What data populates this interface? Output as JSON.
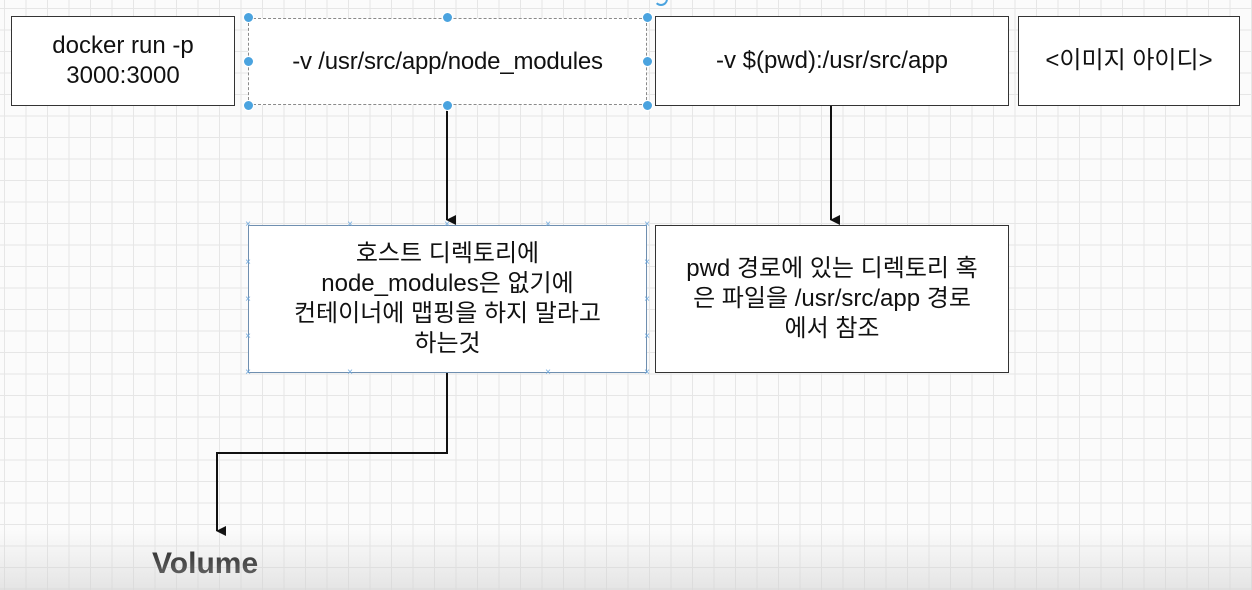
{
  "diagram": {
    "nodes": [
      {
        "id": "cmd",
        "text": "docker run -p\n3000:3000"
      },
      {
        "id": "node_modules_volume",
        "text": "-v /usr/src/app/node_modules"
      },
      {
        "id": "pwd_volume",
        "text": "-v $(pwd):/usr/src/app"
      },
      {
        "id": "image_id",
        "text": "<이미지 아이디>"
      },
      {
        "id": "node_modules_desc",
        "text": "호스트 디렉토리에\nnode_modules은 없기에\n컨테이너에 맵핑을 하지 말라고\n하는것"
      },
      {
        "id": "pwd_desc",
        "text": "pwd 경로에 있는 디렉토리 혹\n은 파일을 /usr/src/app 경로\n에서 참조"
      }
    ],
    "volume_label": "Volume"
  },
  "colors": {
    "selection_handle": "#4aa3df",
    "box_border": "#333333",
    "grid": "#e6e6e6"
  }
}
